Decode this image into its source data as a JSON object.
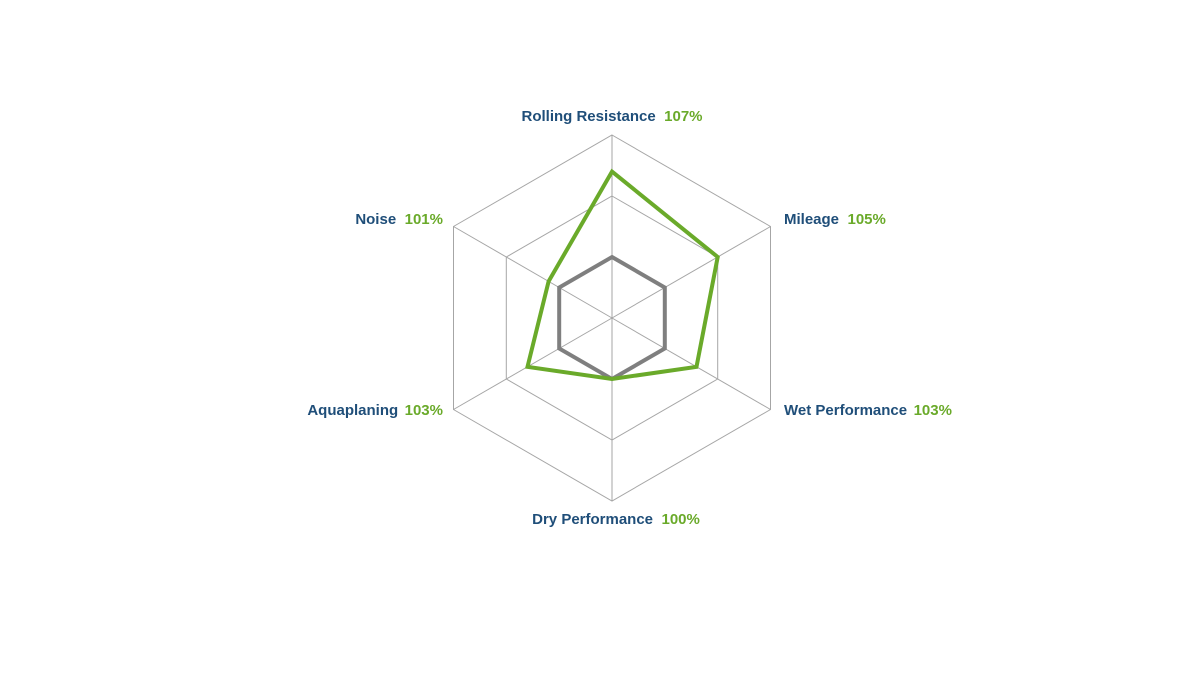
{
  "chart_data": {
    "type": "radar",
    "axes": [
      {
        "name": "Rolling Resistance",
        "value_label": "107%"
      },
      {
        "name": "Mileage",
        "value_label": "105%"
      },
      {
        "name": "Wet Performance",
        "value_label": "103%"
      },
      {
        "name": "Dry Performance",
        "value_label": "100%"
      },
      {
        "name": "Aquaplaning",
        "value_label": "103%"
      },
      {
        "name": "Noise",
        "value_label": "101%"
      }
    ],
    "series": [
      {
        "values": [
          100,
          100,
          100,
          100,
          100,
          100
        ],
        "color": "#7f7f7f"
      },
      {
        "values": [
          107,
          105,
          103,
          100,
          103,
          101
        ],
        "color": "#6aaa2a"
      }
    ],
    "range": [
      95,
      110
    ],
    "grid_rings": 3,
    "legend": false
  },
  "colors": {
    "axis_name": "#1f4e79",
    "axis_value": "#6aaa2a",
    "grid": "#a6a6a6"
  }
}
